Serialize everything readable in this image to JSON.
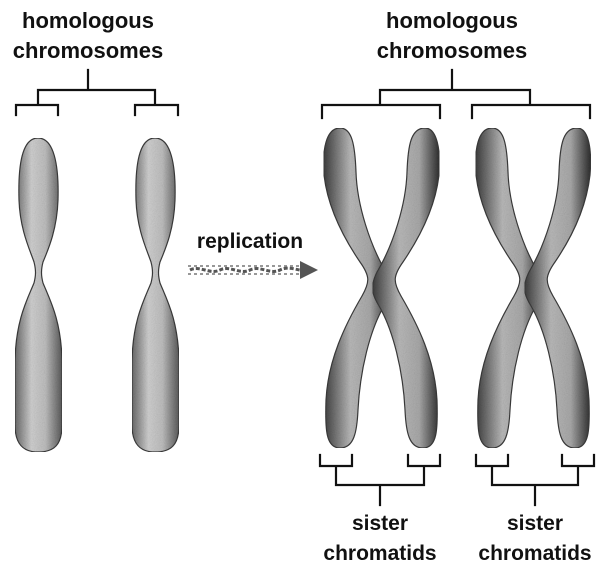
{
  "labels": {
    "homologous_left": [
      "homologous",
      "chromosomes"
    ],
    "homologous_right": [
      "homologous",
      "chromosomes"
    ],
    "replication": "replication",
    "sister_left": [
      "sister",
      "chromatids"
    ],
    "sister_right": [
      "sister",
      "chromatids"
    ]
  },
  "colors": {
    "text": "#111111",
    "chromosome_light": "#d8d8d8",
    "chromosome_dark": "#4a4a4a",
    "arrow": "#555555"
  }
}
